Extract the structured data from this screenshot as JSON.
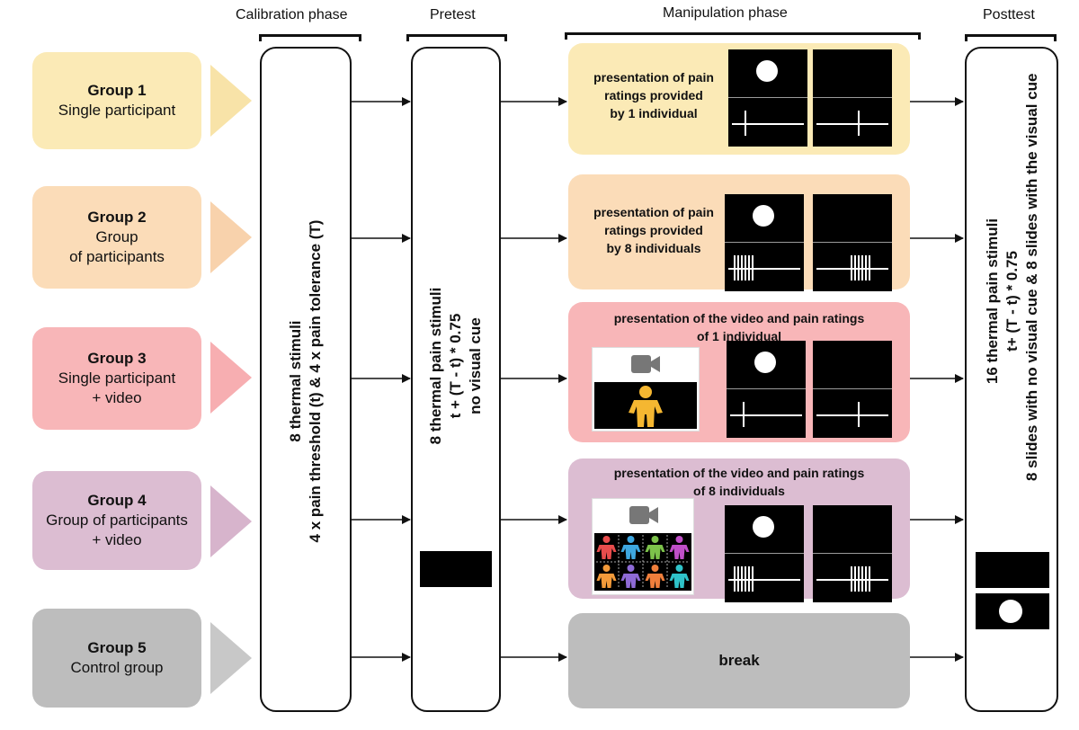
{
  "phases": {
    "calibration": "Calibration phase",
    "pretest": "Pretest",
    "manipulation": "Manipulation phase",
    "posttest": "Posttest"
  },
  "groups": [
    {
      "title": "Group 1",
      "lines": [
        "Single participant"
      ],
      "color": "#fbeab6",
      "chevron": "#f8e3a8"
    },
    {
      "title": "Group 2",
      "lines": [
        "Group",
        "of participants"
      ],
      "color": "#fbdcb8",
      "chevron": "#f8d2ac"
    },
    {
      "title": "Group 3",
      "lines": [
        "Single participant",
        "+ video"
      ],
      "color": "#f8b6b8",
      "chevron": "#f7aeb1"
    },
    {
      "title": "Group 4",
      "lines": [
        "Group of participants",
        "+ video"
      ],
      "color": "#dcbdd2",
      "chevron": "#d7b4cc"
    },
    {
      "title": "Group 5",
      "lines": [
        "Control group"
      ],
      "color": "#bdbdbd",
      "chevron": "#c8c8c8"
    }
  ],
  "calibration_text": [
    "8 thermal stimuli",
    "4 x pain threshold (t) & 4 x pain tolerance (T)"
  ],
  "pretest_text": [
    "8 thermal pain stimuli",
    "t + (T - t) * 0.75",
    "no visual cue"
  ],
  "posttest_text": [
    "16 thermal pain stimuli",
    "t+ (T - t) * 0.75",
    "8 slides with no visual cue & 8 slides with the visual cue"
  ],
  "manipulation": {
    "panel1": {
      "lines": [
        "presentation of pain",
        "ratings provided",
        "by 1 individual"
      ],
      "color": "#fbeab6"
    },
    "panel2": {
      "lines": [
        "presentation of pain",
        "ratings provided",
        "by 8 individuals"
      ],
      "color": "#fbdcb8"
    },
    "panel3": {
      "lines": [
        "presentation of the video and pain ratings",
        "of 1 individual"
      ],
      "color": "#f8b6b8"
    },
    "panel4": {
      "lines": [
        "presentation of the video and pain ratings",
        "of 8 individuals"
      ],
      "color": "#dcbdd2"
    },
    "panel5": {
      "label": "break",
      "color": "#bdbdbd"
    }
  },
  "icons": {
    "camera": "video-camera-icon",
    "person": "person-icon",
    "people_grid": "people-grid-icon"
  },
  "people_colors": [
    "#e84c4c",
    "#3ea7e0",
    "#7cc24a",
    "#c04fc8",
    "#f29a3a",
    "#8e6ad6",
    "#f07f3c",
    "#2fc3c9"
  ]
}
